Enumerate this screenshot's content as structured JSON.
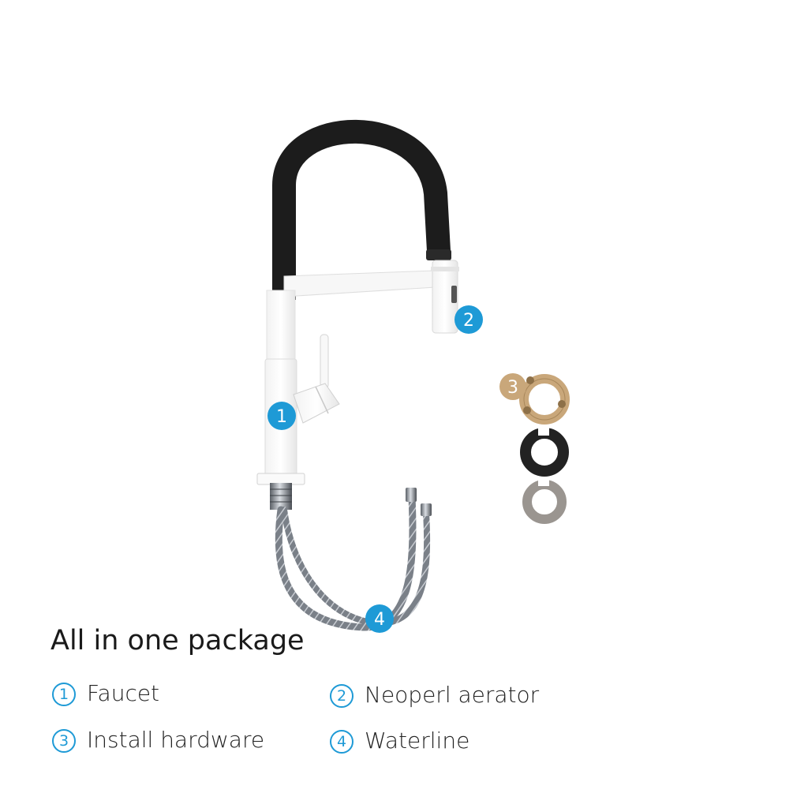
{
  "title": "All in one package",
  "badge_color": "#1e9ad6",
  "callouts": [
    {
      "number": "1",
      "part": "faucet"
    },
    {
      "number": "2",
      "part": "aerator"
    },
    {
      "number": "3",
      "part": "hardware"
    },
    {
      "number": "4",
      "part": "waterline"
    }
  ],
  "legend": [
    {
      "number": "1",
      "label": "Faucet"
    },
    {
      "number": "2",
      "label": "Neoperl aerator"
    },
    {
      "number": "3",
      "label": "Install hardware"
    },
    {
      "number": "4",
      "label": "Waterline"
    }
  ],
  "colors": {
    "hose_black": "#1c1c1c",
    "body_white": "#ffffff",
    "brass": "#c9a77a",
    "ring_black": "#222222",
    "ring_steel": "#9a9590"
  }
}
